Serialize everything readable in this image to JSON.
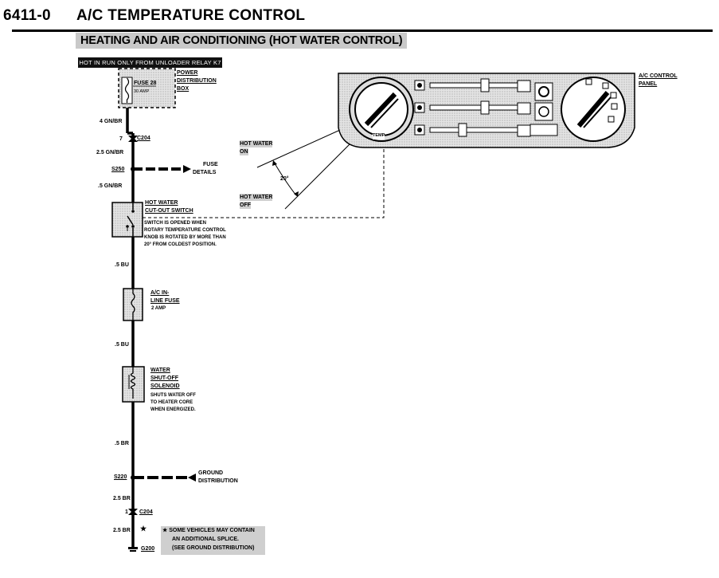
{
  "header": {
    "number": "6411-0",
    "title": "A/C TEMPERATURE CONTROL"
  },
  "subtitle": "HEATING AND AIR CONDITIONING (HOT WATER CONTROL)",
  "hot_in_run": "HOT IN RUN ONLY FROM UNLOADER RELAY K7",
  "power_box": {
    "title_line1": "POWER",
    "title_line2": "DISTRIBUTION",
    "title_line3": "BOX",
    "fuse_name": "FUSE 28",
    "fuse_rating": "30 AMP"
  },
  "wires": {
    "w1": "4 GN/BR",
    "c204_top_pin": "7",
    "c204_top": "C204",
    "w2": "2.5 GN/BR",
    "s250": "S250",
    "w3": ".5 GN/BR",
    "w4": ".5 BU",
    "w5": ".5 BU",
    "w6": ".5 BR",
    "s220": "S220",
    "w7": "2.5 BR",
    "c204_bot_pin": "1",
    "c204_bot": "C204",
    "w8": "2.5 BR",
    "g200": "G200"
  },
  "fuse_details": {
    "line1": "FUSE",
    "line2": "DETAILS"
  },
  "cutout_switch": {
    "title_line1": "HOT WATER",
    "title_line2": "CUT-OUT SWITCH",
    "desc_line1": "SWITCH IS OPENED WHEN",
    "desc_line2": "ROTARY TEMPERATURE CONTROL",
    "desc_line3": "KNOB IS ROTATED BY MORE THAN",
    "desc_line4": "20°  FROM COLDEST POSITION."
  },
  "inline_fuse": {
    "title_line1": "A/C IN-",
    "title_line2": "LINE FUSE",
    "rating": "2 AMP"
  },
  "solenoid": {
    "title_line1": "WATER",
    "title_line2": "SHUT-OFF",
    "title_line3": "SOLENOID",
    "desc_line1": "SHUTS WATER OFF",
    "desc_line2": "TO HEATER CORE",
    "desc_line3": "WHEN ENERGIZED."
  },
  "ground_distribution": {
    "line1": "GROUND",
    "line2": "DISTRIBUTION"
  },
  "angle": {
    "hot_on_line1": "HOT WATER",
    "hot_on_line2": "ON",
    "hot_off_line1": "HOT WATER",
    "hot_off_line2": "OFF",
    "degrees": "20°"
  },
  "panel": {
    "title_line1": "A/C CONTROL",
    "title_line2": "PANEL",
    "knob_label": "TEMP"
  },
  "note": {
    "star": "★",
    "line1": "SOME VEHICLES MAY CONTAIN",
    "line2": "AN ADDITIONAL SPLICE.",
    "line3": "(SEE GROUND DISTRIBUTION)"
  }
}
